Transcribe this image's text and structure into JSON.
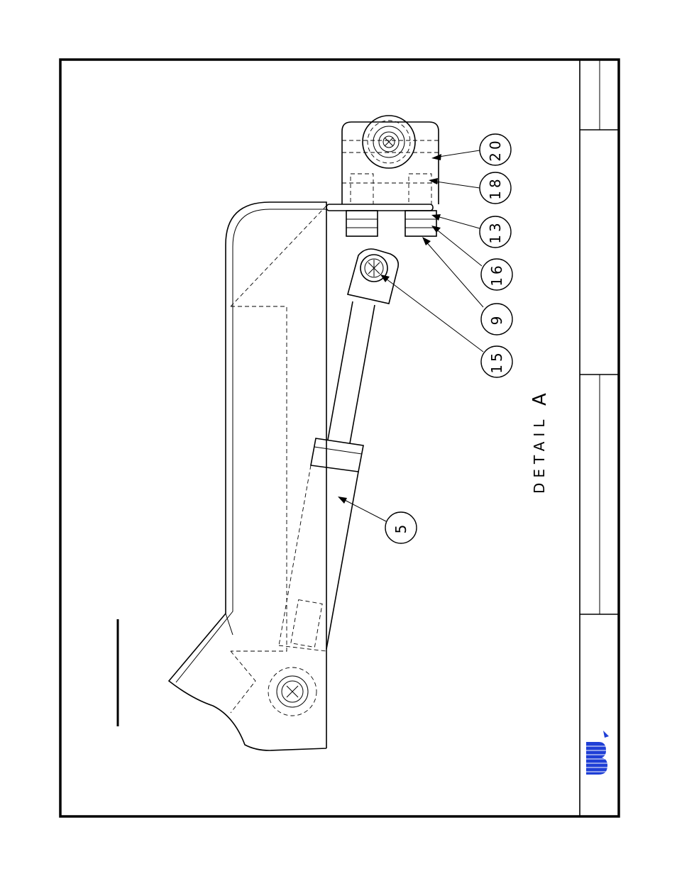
{
  "detail": {
    "label": "DETAIL",
    "letter": "A"
  },
  "balloons": [
    {
      "id": "balloon-20",
      "text": "20"
    },
    {
      "id": "balloon-18",
      "text": "18"
    },
    {
      "id": "balloon-13",
      "text": "13"
    },
    {
      "id": "balloon-16",
      "text": "16"
    },
    {
      "id": "balloon-9",
      "text": "9"
    },
    {
      "id": "balloon-15",
      "text": "15"
    },
    {
      "id": "balloon-5",
      "text": "5"
    }
  ],
  "logo": {
    "letter": "B",
    "color": "#1f3fd6"
  }
}
